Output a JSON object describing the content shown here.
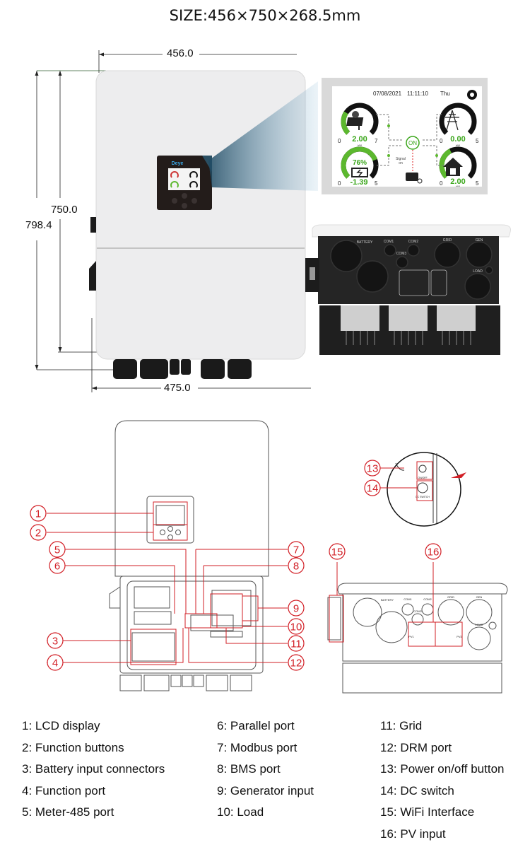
{
  "title": "SIZE:456×750×268.5mm",
  "dimensions": {
    "width_top": "456.0",
    "width_bottom": "475.0",
    "height_body": "750.0",
    "height_total": "798.4"
  },
  "front_panel": {
    "brand": "Deye"
  },
  "lcd": {
    "date": "07/08/2021",
    "time": "11:11:10",
    "day": "Thu",
    "center_status": "ON",
    "signal_label_1": "Signal",
    "signal_label_2": "on",
    "unit": "kW",
    "pv": {
      "min": "0",
      "max": "7",
      "value": "2.00",
      "fraction": 0.29
    },
    "grid": {
      "min": "0",
      "max": "5",
      "value": "0.00",
      "fraction": 0.0
    },
    "battery": {
      "min": "0",
      "max": "5",
      "value": "-1.39",
      "soc": "76%",
      "fraction": 0.76
    },
    "load": {
      "min": "0",
      "max": "5",
      "value": "2.00",
      "fraction": 0.4
    }
  },
  "bottom_view_photo": {
    "ports": [
      "BATTERY",
      "COM1",
      "COM2",
      "COM3",
      "GRID",
      "GEN",
      "LOAD"
    ]
  },
  "schematic_bottom": {
    "ports": [
      "BATTERY",
      "COM1",
      "COM2",
      "COM3",
      "GRID",
      "GEN",
      "LOAD",
      "PV1",
      "PV2"
    ]
  },
  "inset": {
    "onoff_label": "ON/OFF",
    "dc_switch_label": "DC SWITCH"
  },
  "callouts": [
    "1",
    "2",
    "3",
    "4",
    "5",
    "6",
    "7",
    "8",
    "9",
    "10",
    "11",
    "12",
    "13",
    "14",
    "15",
    "16"
  ],
  "legend": {
    "col1": [
      "1: LCD display",
      "2: Function buttons",
      "3: Battery input connectors",
      "4: Function port",
      "5: Meter-485 port"
    ],
    "col2": [
      "6: Parallel port",
      "7: Modbus port",
      "8: BMS port",
      "9: Generator input",
      "10: Load"
    ],
    "col3": [
      "11: Grid",
      "12: DRM port",
      "13: Power on/off button",
      "14: DC switch",
      "15: WiFi Interface",
      "16: PV input"
    ]
  },
  "colors": {
    "accent_red": "#d21f26",
    "gauge_green": "#5cb82e",
    "lcd_green_text": "#3aa61a"
  }
}
